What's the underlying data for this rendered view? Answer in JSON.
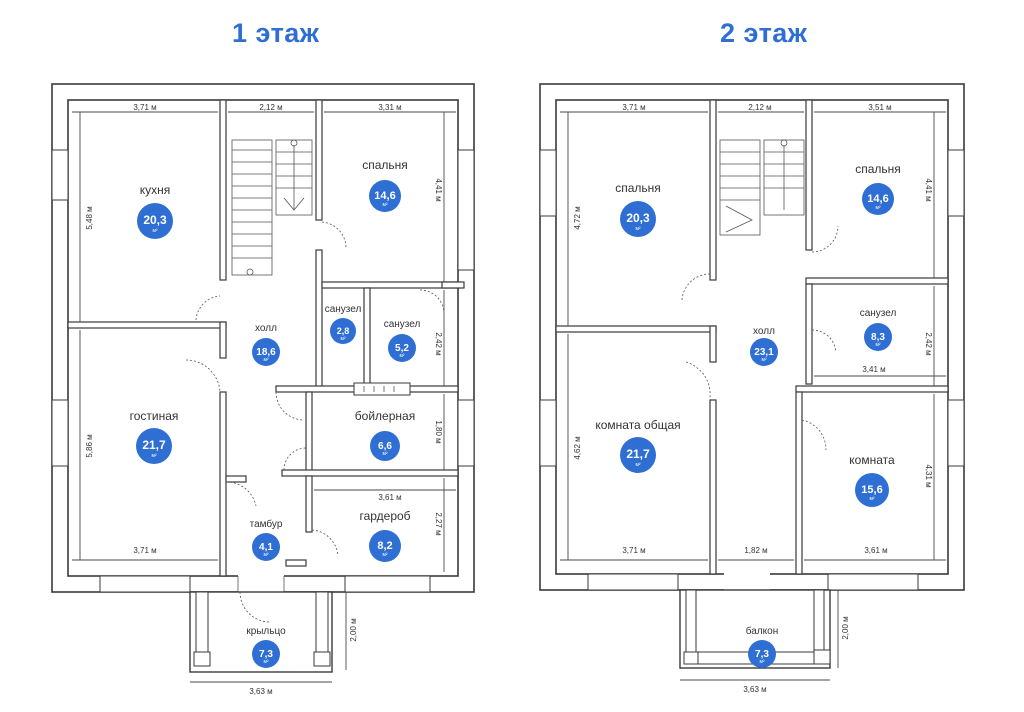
{
  "floors": [
    {
      "title": "1 этаж",
      "rooms": [
        {
          "name": "кухня",
          "area": "20,3"
        },
        {
          "name": "спальня",
          "area": "14,6"
        },
        {
          "name": "холл",
          "area": "18,6"
        },
        {
          "name": "санузел",
          "area": "2,8"
        },
        {
          "name": "санузел",
          "area": "5,2"
        },
        {
          "name": "гостиная",
          "area": "21,7"
        },
        {
          "name": "бойлерная",
          "area": "6,6"
        },
        {
          "name": "тамбур",
          "area": "4,1"
        },
        {
          "name": "гардероб",
          "area": "8,2"
        },
        {
          "name": "крыльцо",
          "area": "7,3"
        }
      ],
      "dims": [
        "3,71 м",
        "2,12 м",
        "3,31 м",
        "5,48 м",
        "4,41 м",
        "2,42 м",
        "5,86 м",
        "1,80 м",
        "3,61 м",
        "2,27 м",
        "3,71 м",
        "2,00 м",
        "3,63 м"
      ]
    },
    {
      "title": "2 этаж",
      "rooms": [
        {
          "name": "спальня",
          "area": "20,3"
        },
        {
          "name": "спальня",
          "area": "14,6"
        },
        {
          "name": "холл",
          "area": "23,1"
        },
        {
          "name": "санузел",
          "area": "8,3"
        },
        {
          "name": "комната общая",
          "area": "21,7"
        },
        {
          "name": "комната",
          "area": "15,6"
        },
        {
          "name": "балкон",
          "area": "7,3"
        }
      ],
      "dims": [
        "3,71 м",
        "2,12 м",
        "3,51 м",
        "4,72 м",
        "4,41 м",
        "2,42 м",
        "3,41 м",
        "4,62 м",
        "4,31 м",
        "3,71 м",
        "1,82 м",
        "3,61 м",
        "2,00 м",
        "3,63 м"
      ]
    }
  ],
  "unit": "м²",
  "colors": {
    "accent": "#2f6fd3",
    "wall": "#3a3a3a"
  }
}
